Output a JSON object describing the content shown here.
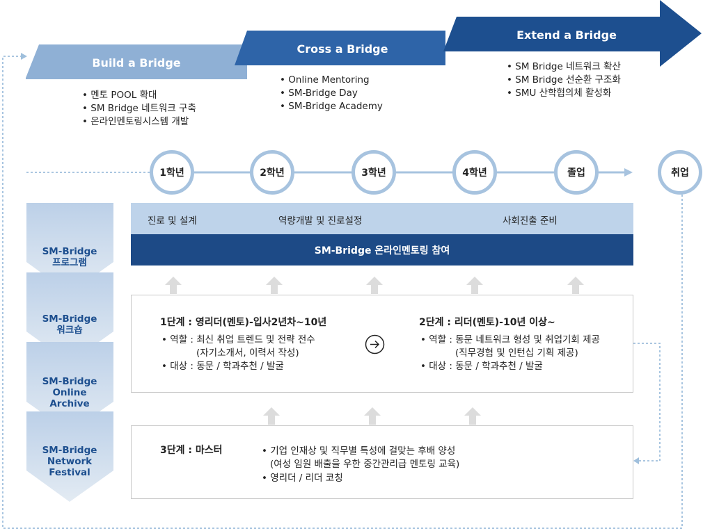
{
  "stages": [
    {
      "title": "Build a Bridge",
      "items": [
        "멘토 POOL 확대",
        "SM Bridge 네트워크 구축",
        "온라인멘토링시스템 개발"
      ]
    },
    {
      "title": "Cross a Bridge",
      "items": [
        "Online Mentoring",
        "SM-Bridge Day",
        "SM-Bridge Academy"
      ]
    },
    {
      "title": "Extend a Bridge",
      "items": [
        "SM Bridge 네트워크 확산",
        "SM Bridge 선순환 구조화",
        "SMU 산학협의체 활성화"
      ]
    }
  ],
  "timeline": [
    "1학년",
    "2학년",
    "3학년",
    "4학년",
    "졸업",
    "취업"
  ],
  "band": {
    "labels": [
      "진로 및 설계",
      "역량개발 및 진로설정",
      "사회진출 준비"
    ],
    "program": "SM-Bridge 온라인멘토링 참여"
  },
  "side_programs": [
    [
      "SM-Bridge",
      "프로그램"
    ],
    [
      "SM-Bridge",
      "워크숍"
    ],
    [
      "SM-Bridge",
      "Online",
      "Archive"
    ],
    [
      "SM-Bridge",
      "Network",
      "Festival"
    ]
  ],
  "steps": {
    "step1": {
      "title": "1단계 : 영리더(멘토)-입사2년차~10년",
      "lines": [
        "• 역할 : 최신 취업 트렌드 및 전략 전수",
        "(자기소개서, 이력서 작성)",
        "• 대상 : 동문 / 학과추천 / 발굴"
      ]
    },
    "step2": {
      "title": "2단계 : 리더(멘토)-10년 이상~",
      "lines": [
        "• 역할 : 동문 네트워크 형성 및 취업기회 제공",
        "(직무경험 및 인턴십 기획 제공)",
        "• 대상 : 동문 / 학과추천 / 발굴"
      ]
    },
    "step3": {
      "title": "3단계 : 마스터",
      "lines": [
        "• 기업 인재상 및 직무별 특성에 걸맞는 후배 양성",
        "(여성 임원 배출을 우한 중간관리급 멘토링 교육)",
        "• 영리더 / 리더 코칭"
      ]
    }
  },
  "colors": {
    "stage1": "#8fb0d5",
    "stage2": "#2e64a8",
    "stage3": "#1d4f8f",
    "band": "#bed3ea",
    "program_bar": "#1d4a86",
    "circle_border": "#a7c3df",
    "chevron_top": "#bcd0e8",
    "chevron_bottom": "#dfe8f1"
  }
}
